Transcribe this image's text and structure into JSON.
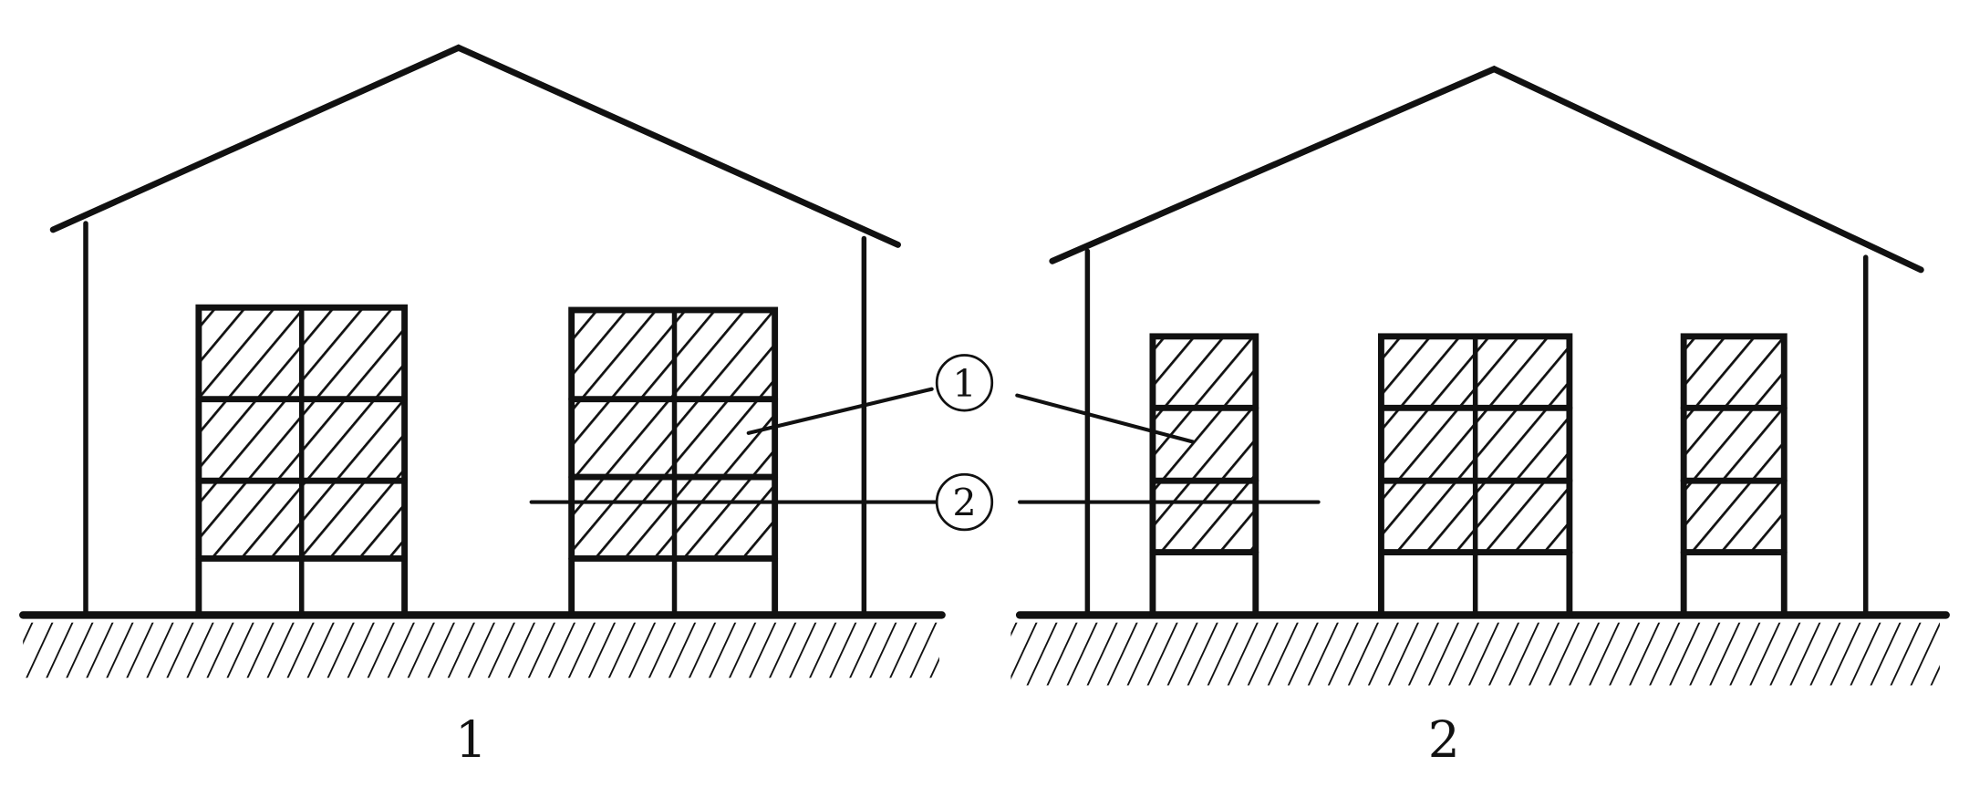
{
  "callouts": {
    "c1": "1",
    "c2": "2"
  },
  "figures": [
    {
      "caption": "1"
    },
    {
      "caption": "2"
    }
  ]
}
